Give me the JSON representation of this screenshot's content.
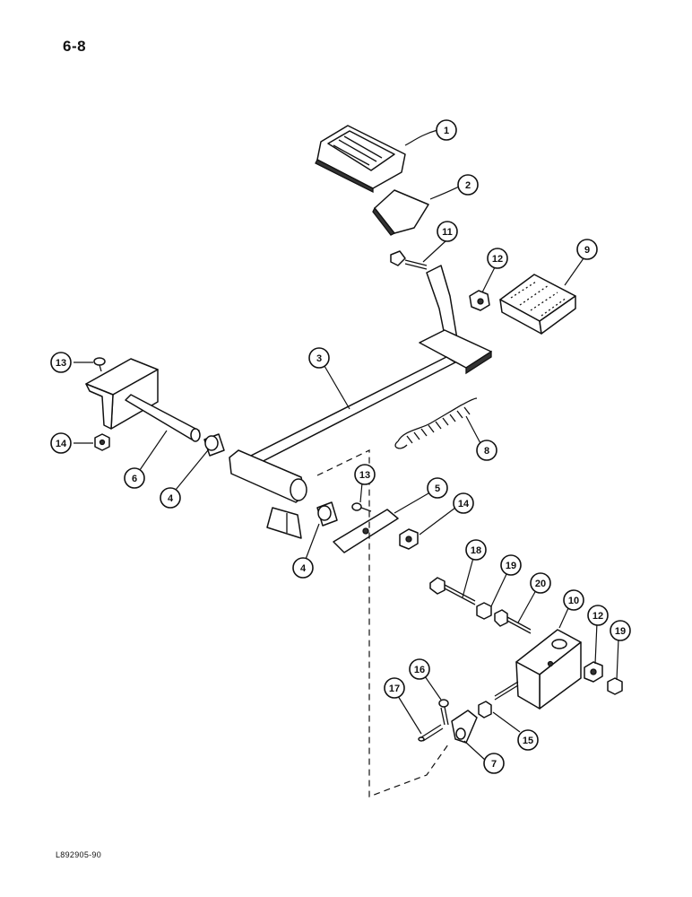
{
  "page": {
    "page_number": "6-8",
    "figure_code": "L892905-90"
  },
  "callouts": [
    {
      "id": "c1",
      "label": "1"
    },
    {
      "id": "c2",
      "label": "2"
    },
    {
      "id": "c3",
      "label": "3"
    },
    {
      "id": "c4a",
      "label": "4"
    },
    {
      "id": "c4b",
      "label": "4"
    },
    {
      "id": "c5",
      "label": "5"
    },
    {
      "id": "c6",
      "label": "6"
    },
    {
      "id": "c7",
      "label": "7"
    },
    {
      "id": "c8",
      "label": "8"
    },
    {
      "id": "c9",
      "label": "9"
    },
    {
      "id": "c10",
      "label": "10"
    },
    {
      "id": "c11",
      "label": "11"
    },
    {
      "id": "c12a",
      "label": "12"
    },
    {
      "id": "c12b",
      "label": "12"
    },
    {
      "id": "c13a",
      "label": "13"
    },
    {
      "id": "c13b",
      "label": "13"
    },
    {
      "id": "c14a",
      "label": "14"
    },
    {
      "id": "c14b",
      "label": "14"
    },
    {
      "id": "c15",
      "label": "15"
    },
    {
      "id": "c16",
      "label": "16"
    },
    {
      "id": "c17",
      "label": "17"
    },
    {
      "id": "c18",
      "label": "18"
    },
    {
      "id": "c19a",
      "label": "19"
    },
    {
      "id": "c19b",
      "label": "19"
    },
    {
      "id": "c20",
      "label": "20"
    }
  ]
}
